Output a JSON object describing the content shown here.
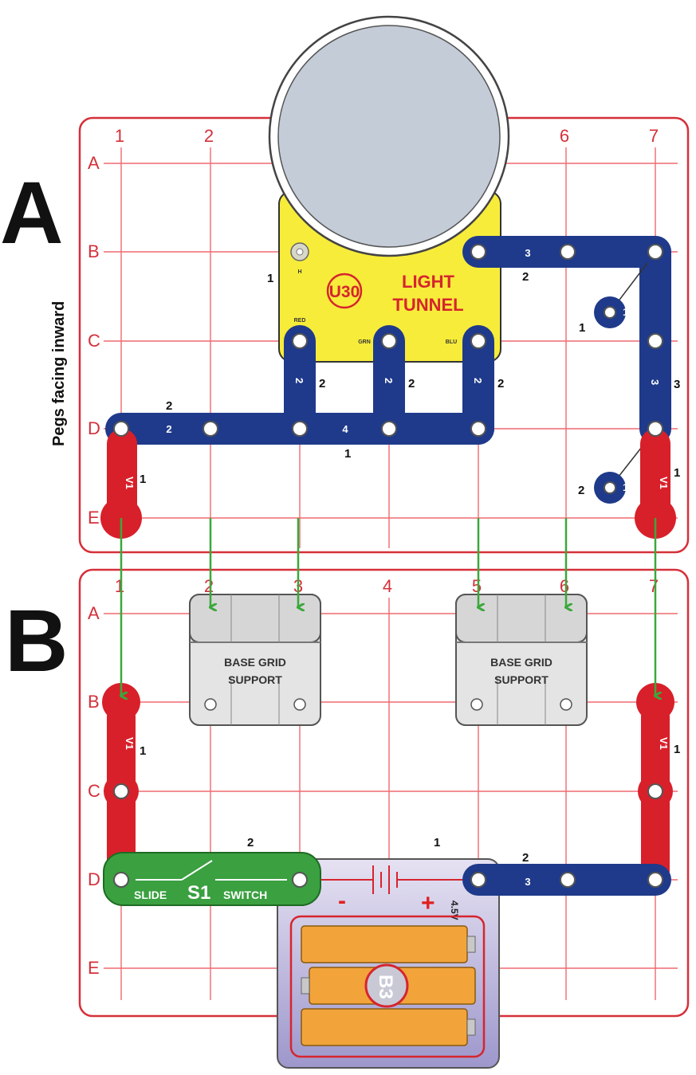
{
  "labels": {
    "section_a": "A",
    "section_b": "B",
    "side_note": "Pegs facing inward"
  },
  "grid": {
    "columns": [
      "1",
      "2",
      "3",
      "4",
      "5",
      "6",
      "7"
    ],
    "rows": [
      "A",
      "B",
      "C",
      "D",
      "E"
    ]
  },
  "parts": {
    "u30_id": "U30",
    "u30_line1": "LIGHT",
    "u30_line2": "TUNNEL",
    "u30_peg_h": "H",
    "u30_peg_grn": "GRN",
    "u30_peg_blu": "BLU",
    "u30_peg_red": "RED",
    "support_line1": "BASE GRID",
    "support_line2": "SUPPORT",
    "switch_left": "SLIDE",
    "switch_id": "S1",
    "switch_right": "SWITCH",
    "battery_id": "B3",
    "battery_volt": "4.5V",
    "battery_minus": "-",
    "battery_plus": "+",
    "snap_2": "2",
    "snap_3": "3",
    "snap_4": "4",
    "wire_v1": "V1",
    "jumper_1": "1"
  },
  "levels": {
    "one": "1",
    "two": "2",
    "three": "3"
  },
  "colors": {
    "grid_line": "#e23a44",
    "snap_blue": "#1f3a8a",
    "wire_red": "#d8202a",
    "u30_yellow": "#f7ec3a",
    "switch_green": "#3aa040",
    "battery_orange": "#f2a43a",
    "arrow_green": "#3aa83a"
  }
}
